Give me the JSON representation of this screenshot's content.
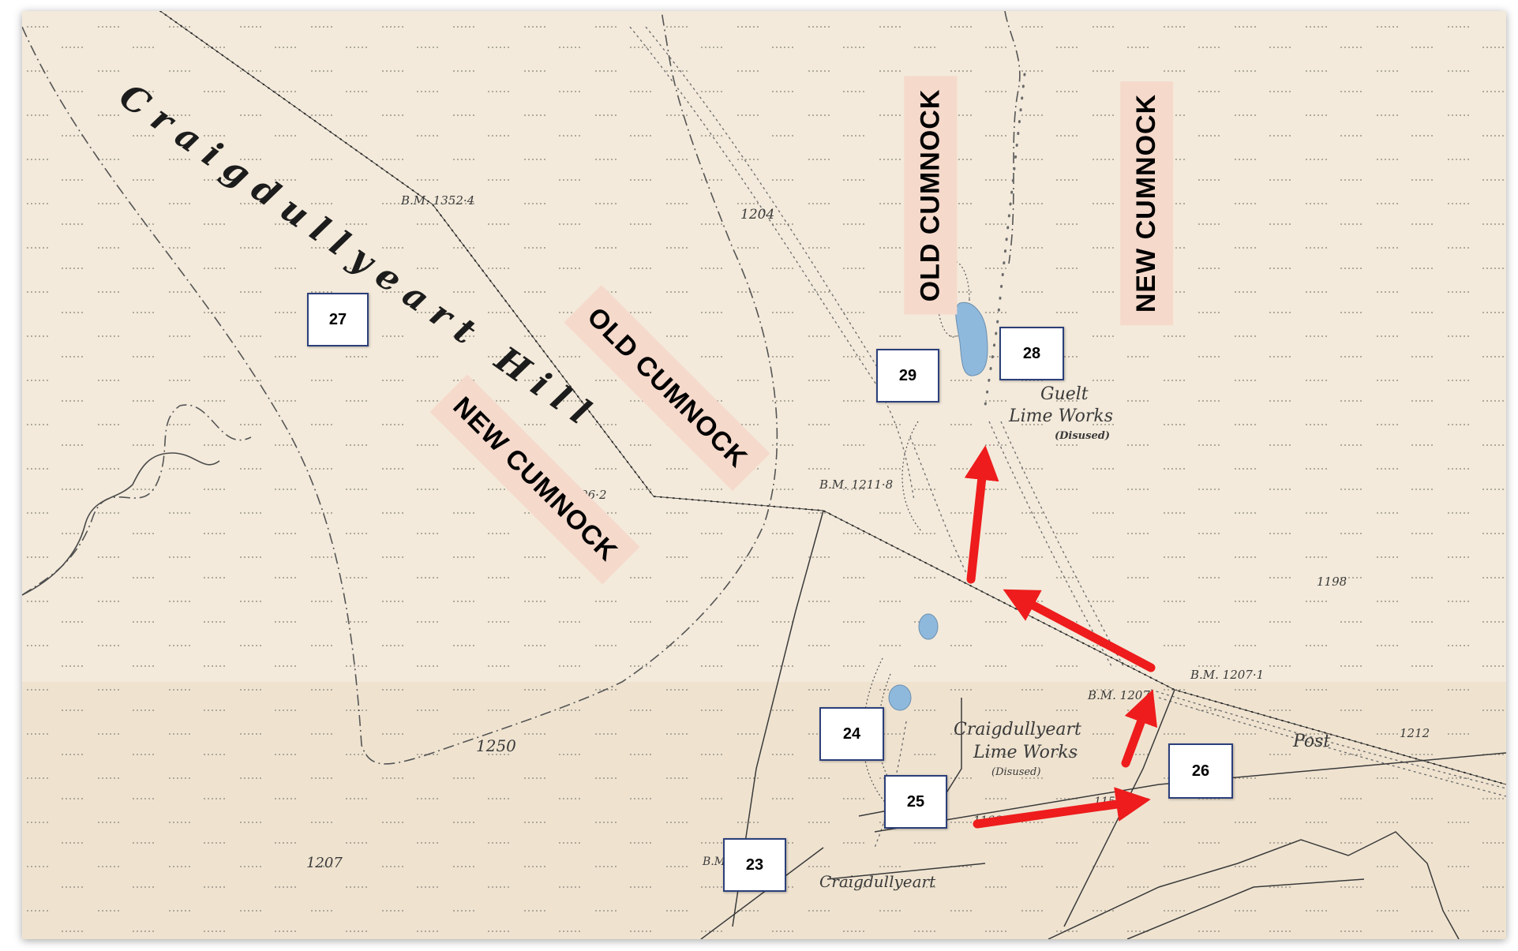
{
  "map": {
    "hill_name": "Craigdullyeart Hill",
    "features": {
      "guelt_line1": "Guelt",
      "guelt_line2": "Lime Works",
      "guelt_line3": "(Disused)",
      "craig_line1": "Craigdullyeart",
      "craig_line2": "Lime Works",
      "craig_line3": "(Disused)",
      "farm": "Craigdullyeart",
      "post": "Post",
      "bm1352": "B.M. 1352·4",
      "bm1306": "1306·2",
      "bm1211": "B.M. 1211·8",
      "bm1207a": "B.M. 1207",
      "bm1207b": "B.M. 1207·1",
      "bm_left": "B.M.",
      "h1204": "1204",
      "h1198": "1198",
      "h1212": "1212",
      "h1250": "1250",
      "h1207": "1207",
      "h1152": "1152",
      "h1166": "1166"
    },
    "region_labels": {
      "old_cumnock_diag": "OLD CUMNOCK",
      "new_cumnock_diag": "NEW CUMNOCK",
      "old_cumnock_vert": "OLD CUMNOCK",
      "new_cumnock_vert": "NEW CUMNOCK"
    },
    "markers": [
      "23",
      "24",
      "25",
      "26",
      "27",
      "28",
      "29"
    ],
    "colors": {
      "paper": "#f3eadb",
      "arrow": "#ee1c1c",
      "water": "#8fb9dc",
      "label_bg": "#f5d9cb",
      "box_border": "#2b3f7a"
    }
  }
}
